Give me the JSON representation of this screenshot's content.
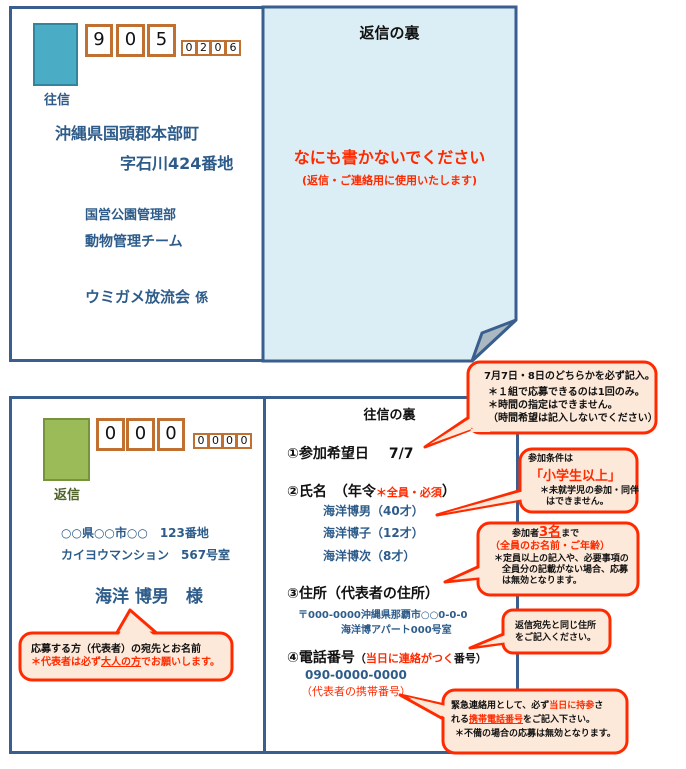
{
  "outgoing_card": {
    "stamp_label": "往信",
    "postal_main": [
      "9",
      "0",
      "5"
    ],
    "postal_sub": [
      "0",
      "2",
      "0",
      "6"
    ],
    "address_line1": "沖縄県国頭郡本部町",
    "address_line2": "字石川424番地",
    "dept_line1": "国営公園管理部",
    "dept_line2": "動物管理チーム",
    "recipient": "ウミガメ放流会",
    "recipient_suffix": "係",
    "back_title": "返信の裏",
    "back_notice": "なにも書かないでください",
    "back_subnotice": "(返信・ご連絡用に使用いたします)"
  },
  "reply_card": {
    "stamp_label": "返信",
    "postal_main": [
      "0",
      "0",
      "0"
    ],
    "postal_sub": [
      "0",
      "0",
      "0",
      "0"
    ],
    "address_line1": "○○県○○市○○　123番地",
    "address_line2": "カイヨウマンション　567号室",
    "name": "海洋 博男　様",
    "back_title": "往信の裏",
    "item1_label": "①参加希望日",
    "item1_value": "7/7",
    "item2_label": "②氏名　（年令",
    "item2_required": "＊全員・必須",
    "item2_close": "）",
    "names": [
      "海洋博男（40才）",
      "海洋博子（12才）",
      "海洋博次（8才）"
    ],
    "item3_label": "③住所（代表者の住所）",
    "address_rep1": "〒000-0000沖縄県那覇市○○0-0-0",
    "address_rep2": "海洋博アパート000号室",
    "item4_label": "④電話番号",
    "item4_open": "（",
    "item4_red": "当日に連絡がつく",
    "item4_tail": "番号）",
    "phone": "090-0000-0000",
    "phone_note": "（代表者の携帯番号）"
  },
  "callouts": {
    "date": {
      "line1": "7月7日・8日のどちらかを必ず記入。",
      "line2": "＊１組で応募できるのは1回のみ。",
      "line3": "＊時間の指定はできません。",
      "line4": "（時間希望は記入しないでください）"
    },
    "condition": {
      "line1": "参加条件は",
      "highlight": "「小学生以上」",
      "line3": "＊未就学児の参加・同伴",
      "line4": "はできません。"
    },
    "participants": {
      "pre": "参加者",
      "count": "3名",
      "post": "まで",
      "line2": "（全員のお名前・ご年齢）",
      "line3": "＊定員以上の記入や、必要事項の",
      "line4": "全員分の記載がない場合、応募",
      "line5": "は無効となります。"
    },
    "address": {
      "line1": "返信宛先と同じ住所",
      "line2": "をご記入ください。"
    },
    "phone": {
      "l1a": "緊急連絡用として、必ず",
      "l1b": "当日に持参",
      "l1c": "さ",
      "l2a": "れる",
      "l2b": "携帯電話番号",
      "l2c": "をご記入下さい。",
      "line3": "＊不備の場合の応募は無効となります。"
    },
    "representative": {
      "line1": "応募する方（代表者）の宛先とお名前",
      "l2a": "＊代表者は必ず",
      "l2b": "大人の方",
      "l2c": "でお願いします。"
    }
  },
  "colors": {
    "border": "#3a5f8e",
    "back_fill": "#dceef5",
    "callout_fill": "#fde9d9",
    "callout_stroke": "#ff2a00",
    "stamp_out": "#4bacc6",
    "stamp_reply": "#9bbb59"
  }
}
